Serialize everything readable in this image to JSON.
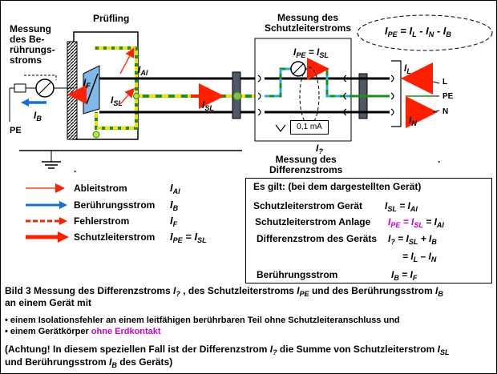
{
  "labels": {
    "messung_beruehrung": [
      "Messung",
      "des Be-",
      "rührungs-",
      "stroms"
    ],
    "pruefling": "Prüfling",
    "messung_schutzleiter": [
      "Messung des",
      "Schutzleiterstroms"
    ],
    "messung_differenz": [
      "Messung des",
      "Differenzstroms"
    ],
    "pe_left": "PE",
    "i_b": "I",
    "i_b_sub": "B",
    "i_f": "I",
    "i_f_sub": "F",
    "i_al": "I",
    "i_al_sub": "Al",
    "i_sl": "I",
    "i_sl_sub": "SL",
    "i_l": "I",
    "i_l_sub": "L",
    "i_n": "I",
    "i_n_sub": "N",
    "i_delta": "I",
    "i_delta_sub": "?",
    "meter_formula": "I",
    "meter_formula_mid": "PE",
    "meter_formula_eq": " = I",
    "meter_formula_end": "SL",
    "meter_range": "0,1 mA",
    "terminal_l": "L",
    "terminal_pe": "PE",
    "terminal_n": "N",
    "dot1": ".",
    "dot2": "."
  },
  "equation": {
    "i_pe": "I",
    "pe": "PE",
    "eq": " = I",
    "l": "L",
    "minus1": " - I",
    "n": "N",
    "minus2": " - I",
    "b": "B"
  },
  "legend": [
    {
      "label": "Ableitstrom",
      "sym": "I",
      "sub": "Al",
      "color": "#ff4010",
      "style": "thin"
    },
    {
      "label": "Berührungsstrom",
      "sym": "I",
      "sub": "B",
      "color": "#1070e0",
      "style": "medium"
    },
    {
      "label": "Fehlerstrom",
      "sym": "I",
      "sub": "F",
      "color": "#ff2000",
      "style": "dashed"
    },
    {
      "label": "Schutzleiterstrom",
      "sym": "I",
      "sub": "PE",
      "sym2": " = I",
      "sub2": "SL",
      "color": "#ff2000",
      "style": "thick"
    }
  ],
  "info_box": {
    "title": "Es gilt: (bei dem dargestellten Gerät)",
    "rows": [
      {
        "label": "Schutzleiterstrom Gerät",
        "formula": "I",
        "f_sub": "SL",
        "f_rest": " = I",
        "f_sub2": "Al"
      },
      {
        "label": "Schutzleiterstrom Anlage",
        "formula": "I",
        "f_sub": "PE",
        "f_rest": " = I",
        "f_sub2": "SL",
        "f_rest2": " = I",
        "f_sub3": "Al"
      },
      {
        "label": "Differenzstrom des Geräts",
        "formula": "I",
        "f_sub": "?",
        "f_rest": " = I",
        "f_sub2": "SL",
        "f_rest2": " + I",
        "f_sub3": "B"
      },
      {
        "label": "",
        "formula": "= I",
        "f_sub": "L",
        "f_rest": " – I",
        "f_sub2": "N"
      },
      {
        "label": "Berührungsstrom",
        "formula": "I",
        "f_sub": "B",
        "f_rest": " = I",
        "f_sub2": "F"
      }
    ]
  },
  "caption": {
    "line1a": "Bild 3 Messung  des Differenzstroms ",
    "line1_i": "I",
    "line1_isub": "?",
    "line1b": " , des  Schutzleiterstroms ",
    "line1_pe": "I",
    "line1_pesub": "PE",
    "line1c": " und des Berührungsstrom ",
    "line1_b": "I",
    "line1_bsub": "B",
    "line2": "an einem Gerät mit",
    "bullet1": "• einem Isolationsfehler an einem leitfähigen berührbaren Teil ohne Schutzleiteranschluss  und",
    "bullet2a": "• einem Gerätkörper ",
    "bullet2b": "ohne Erdkontakt",
    "note1a": "(Achtung! In diesem speziellen Fall ist der Differenzstrom ",
    "note1_i": "I",
    "note1_isub": "?",
    "note1b": " die Summe von Schutzleiterstrom ",
    "note1_sl": "I",
    "note1_slsub": "SL",
    "note2a": "und Berührungsstrom ",
    "note2_b": "I",
    "note2_bsub": "B",
    "note2b": " des Geräts)"
  },
  "colors": {
    "phase": "#000000",
    "pe_wire": "#1a8f1a",
    "yellow": "#f0e000",
    "red": "#ff2000",
    "blue": "#1070e0",
    "magenta": "#cc00cc",
    "clamp": "#505868",
    "cyan": "#20b0e0"
  }
}
